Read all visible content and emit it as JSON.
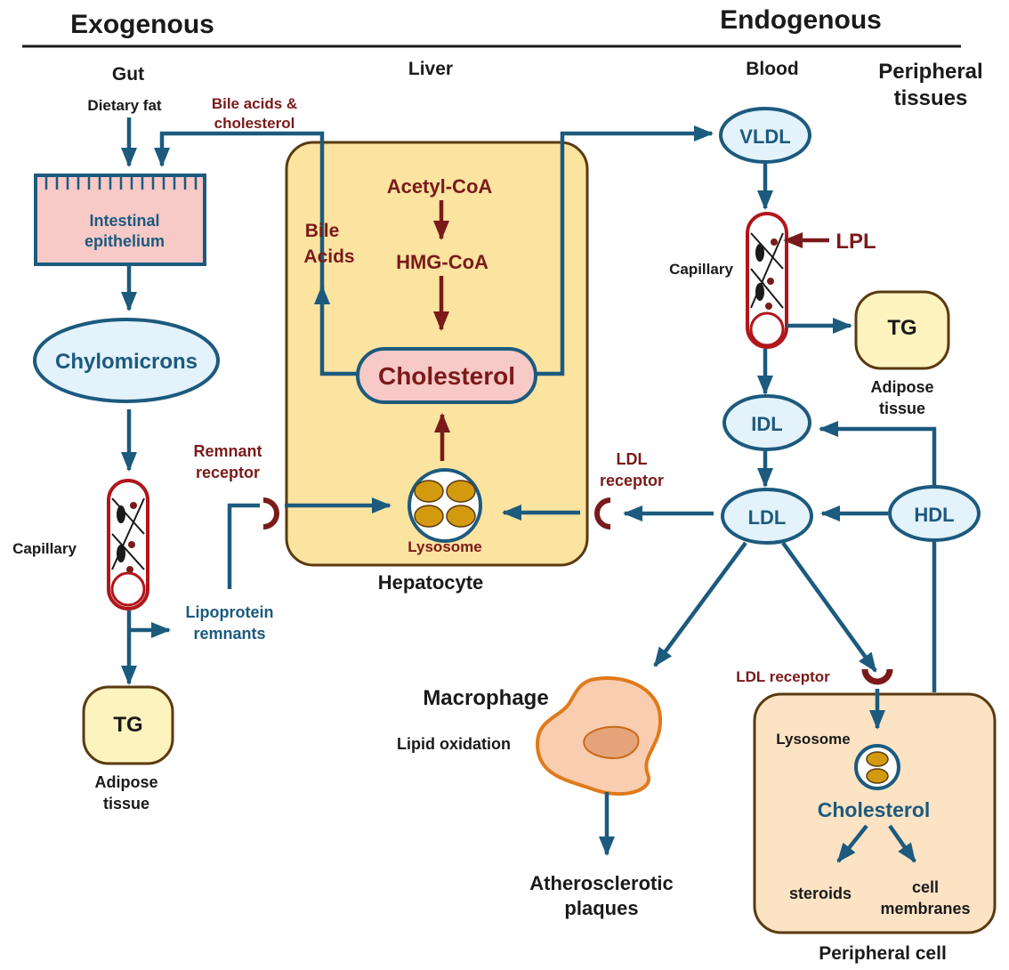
{
  "headers": {
    "exogenous": "Exogenous",
    "endogenous": "Endogenous"
  },
  "columns": {
    "gut": "Gut",
    "liver": "Liver",
    "blood": "Blood",
    "peripheral_tissues": [
      "Peripheral",
      "tissues"
    ]
  },
  "gut": {
    "dietary_fat": "Dietary fat",
    "intestinal_epithelium": [
      "Intestinal",
      "epithelium"
    ],
    "chylomicrons": "Chylomicrons",
    "capillary": "Capillary",
    "lipoprotein_remnants": [
      "Lipoprotein",
      "remnants"
    ],
    "tg": "TG",
    "adipose_tissue": [
      "Adipose",
      "tissue"
    ]
  },
  "liver": {
    "bile_acids_cholesterol": [
      "Bile acids &",
      "cholesterol"
    ],
    "bile_acids": [
      "Bile",
      "Acids"
    ],
    "acetyl_coa": "Acetyl-CoA",
    "hmg_coa": "HMG-CoA",
    "cholesterol": "Cholesterol",
    "lysosome": "Lysosome",
    "hepatocyte": "Hepatocyte",
    "remnant_receptor": [
      "Remnant",
      "receptor"
    ],
    "ldl_receptor": [
      "LDL",
      "receptor"
    ]
  },
  "blood": {
    "vldl": "VLDL",
    "lpl": "LPL",
    "capillary": "Capillary",
    "tg": "TG",
    "adipose_tissue": [
      "Adipose",
      "tissue"
    ],
    "idl": "IDL",
    "ldl": "LDL",
    "hdl": "HDL"
  },
  "peripheral": {
    "macrophage": "Macrophage",
    "lipid_oxidation": "Lipid oxidation",
    "atherosclerotic_plaques": [
      "Atherosclerotic",
      "plaques"
    ],
    "ldl_receptor": "LDL receptor",
    "lysosome": "Lysosome",
    "cholesterol": "Cholesterol",
    "steroids": "steroids",
    "cell_membranes": [
      "cell",
      "membranes"
    ],
    "peripheral_cell": "Peripheral cell"
  },
  "colors": {
    "flow_blue": "#1c5a7e",
    "flow_red": "#7a1a1a",
    "hepatocyte_fill": "#fbe3a0",
    "epithelium_fill": "#f7c9c7",
    "lipoprotein_fill": "#e3f2fb",
    "peripheral_cell_fill": "#fce3c4",
    "tg_fill": "#fdf3bf",
    "macrophage_fill": "#f8cdb0"
  }
}
